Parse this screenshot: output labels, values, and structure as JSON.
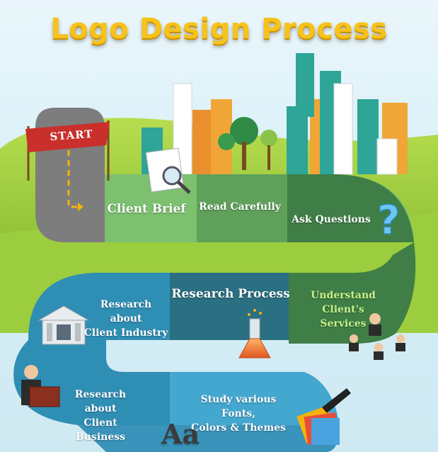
{
  "title": "Logo Design Process",
  "start_label": "START",
  "steps": {
    "client_brief": "Client Brief",
    "read_carefully": "Read Carefully",
    "ask_questions": "Ask Questions",
    "research_process": "Research Process",
    "understand_services_1": "Understand Client's",
    "understand_services_2": "Services",
    "research_industry_1": "Research about",
    "research_industry_2": "Client Industry",
    "research_business_1": "Research about",
    "research_business_2": "Client Business",
    "study_fonts_1": "Study various Fonts,",
    "study_fonts_2": "Colors & Themes"
  },
  "aa_text": "Aa",
  "colors": {
    "title": "#f7c21a",
    "grass": "#8fc53a",
    "road_gray": "#7d7d7d",
    "path_light_green": "#7cc070",
    "path_mid_green": "#5fa05b",
    "path_dark_green": "#3f7e46",
    "path_teal": "#2a6f82",
    "path_blue": "#2f8eb4",
    "path_light_blue": "#44a7cf",
    "banner_red": "#c9302c"
  }
}
